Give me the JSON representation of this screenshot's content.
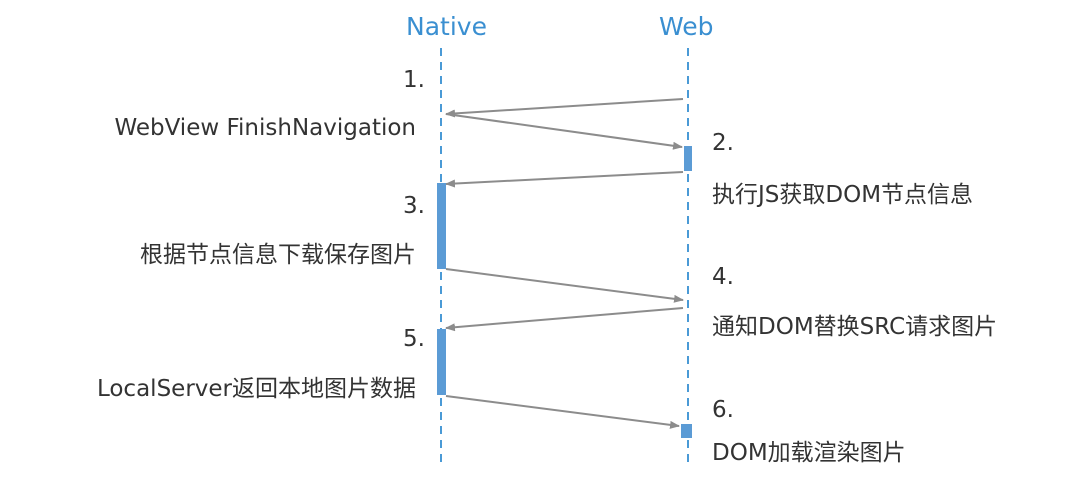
{
  "colors": {
    "lane_title": "#3a8fd1",
    "lifeline": "#4a9ad6",
    "activation": "#5b9bd5",
    "arrow": "#8c8c8c",
    "text": "#333333"
  },
  "lanes": {
    "native": {
      "title": "Native"
    },
    "web": {
      "title": "Web"
    }
  },
  "steps": [
    {
      "number": "1.",
      "text": "WebView FinishNavigation",
      "side": "native"
    },
    {
      "number": "2.",
      "text": "执行JS获取DOM节点信息",
      "side": "web"
    },
    {
      "number": "3.",
      "text": "根据节点信息下载保存图片",
      "side": "native"
    },
    {
      "number": "4.",
      "text": "通知DOM替换SRC请求图片",
      "side": "web"
    },
    {
      "number": "5.",
      "text": "LocalServer返回本地图片数据",
      "side": "native"
    },
    {
      "number": "6.",
      "text": "DOM加载渲染图片",
      "side": "web"
    }
  ],
  "messages": [
    {
      "from": "web",
      "to": "native"
    },
    {
      "from": "native",
      "to": "web"
    },
    {
      "from": "web",
      "to": "native"
    },
    {
      "from": "native",
      "to": "web"
    },
    {
      "from": "web",
      "to": "native"
    },
    {
      "from": "native",
      "to": "web"
    }
  ]
}
